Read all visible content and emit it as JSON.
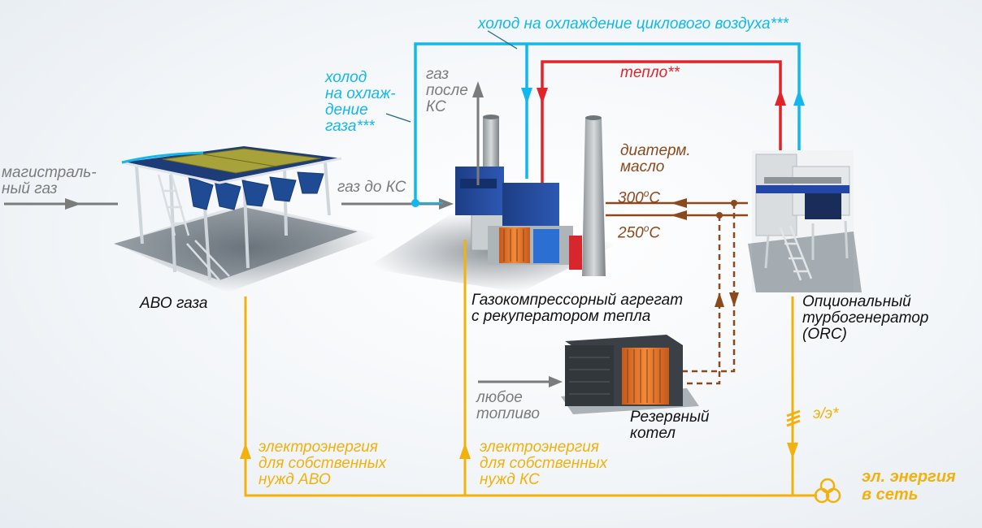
{
  "labels": {
    "main_gas": "магистраль-\nный газ",
    "gas_to_cs": "газ до КС",
    "gas_after_cs": "газ\nпосле\nКС",
    "cold_gas": "холод\nна охлаж-\nдение\nгаза***",
    "cold_cycle_air": "холод на охлаждение циклового воздуха***",
    "heat": "тепло**",
    "thermal_oil": "диатерм.\nмасло",
    "temp_300": "300",
    "temp_250": "250",
    "temp_unit": "о",
    "temp_c": "С",
    "avo": "АВО газа",
    "gpu": "Газокомпрессорный агрегат\nс рекуператором тепла",
    "orc": "Опциональный\nтурбогенератор\n(ORC)",
    "any_fuel": "любое\nтопливо",
    "backup_boiler": "Резервный\nкотел",
    "power_avo": "электроэнергия\nдля собственных\nнужд АВО",
    "power_cs": "электроэнергия\nдля собственных\nнужд КС",
    "ee": "э/э*",
    "grid_power": "эл. энергия\nв сеть"
  },
  "colors": {
    "gas": "#7b7b7b",
    "cold": "#10b8ee",
    "heat": "#e2232a",
    "oil": "#8a4a1d",
    "power": "#f2b10c"
  }
}
